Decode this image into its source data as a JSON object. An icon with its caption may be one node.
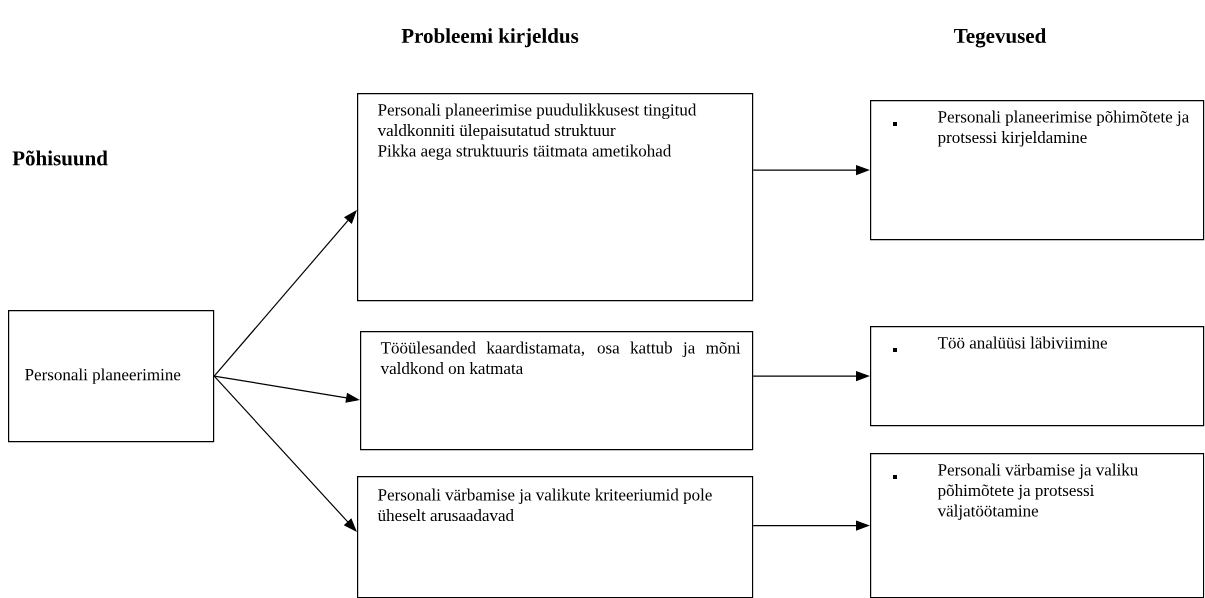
{
  "diagram": {
    "nodes": [
      {
        "text": [
          "Personali planeerimine"
        ]
      },
      {
        "text": [
          "Personali planeerimise puudulikkusest tingitud valdkonniti ülepaisutatud struktuur",
          "Pikka aega struktuuris täitmata ametikohad"
        ]
      },
      {
        "text": [
          "Tööülesanded kaardistamata, osa kattub ja mõni valdkond on katmata"
        ]
      },
      {
        "text": [
          "Personali värbamise ja valikute kriteeriumid pole üheselt arusaadavad"
        ]
      },
      {
        "text": [
          "Personali planeerimise põhimõtete ja protsessi kirjeldamine"
        ]
      },
      {
        "text": [
          "Töö analüüsi läbiviimine"
        ]
      },
      {
        "text": [
          "Personali värbamise ja valiku põhimõtete ja protsessi väljatöötamine"
        ]
      }
    ],
    "edges": [
      {
        "from": 0,
        "to": 1,
        "arrow": "to"
      },
      {
        "from": 0,
        "to": 2,
        "arrow": "to"
      },
      {
        "from": 0,
        "to": 3,
        "arrow": "to"
      },
      {
        "from": 1,
        "to": 4,
        "arrow": "to"
      },
      {
        "from": 2,
        "to": 5,
        "arrow": "to"
      },
      {
        "from": 3,
        "to": 6,
        "arrow": "to"
      }
    ],
    "labels": [
      "Probleemi kirjeldus",
      "Tegevused",
      "Põhisuund"
    ]
  }
}
